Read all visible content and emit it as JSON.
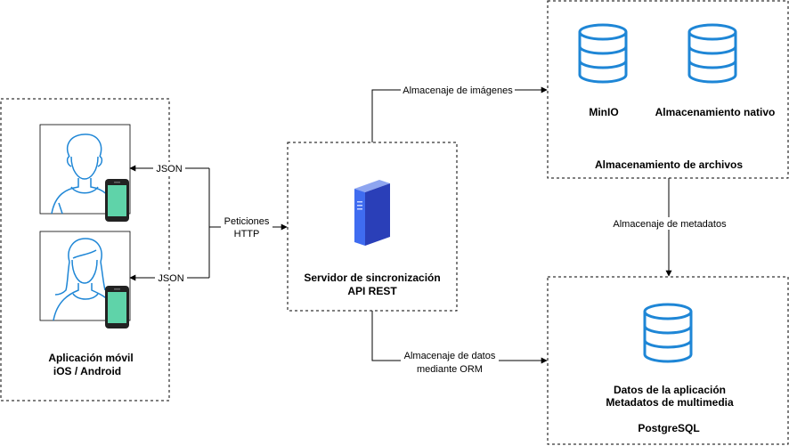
{
  "mobile": {
    "title_line1": "Aplicación móvil",
    "title_line2": "iOS / Android"
  },
  "server": {
    "title_line1": "Servidor de sincronización",
    "title_line2": "API REST"
  },
  "storage": {
    "minio": "MinIO",
    "native": "Almacenamiento nativo",
    "title": "Almacenamiento de archivos"
  },
  "database": {
    "line1": "Datos de la aplicación",
    "line2": "Metadatos de multimedia",
    "engine": "PostgreSQL"
  },
  "edges": {
    "json_top": "JSON",
    "json_bottom": "JSON",
    "http_line1": "Peticiones",
    "http_line2": "HTTP",
    "images": "Almacenaje de imágenes",
    "metadata": "Almacenaje de metadatos",
    "orm_line1": "Almacenaje de datos",
    "orm_line2": "mediante ORM"
  },
  "colors": {
    "accent_blue": "#1e86d6",
    "user_icon": "#1e86d6",
    "phone_green": "#5fd3a9",
    "server_blue": "#3a5bd9"
  },
  "icons": [
    "male-user-icon",
    "female-user-icon",
    "smartphone-icon",
    "server-icon",
    "database-icon"
  ]
}
